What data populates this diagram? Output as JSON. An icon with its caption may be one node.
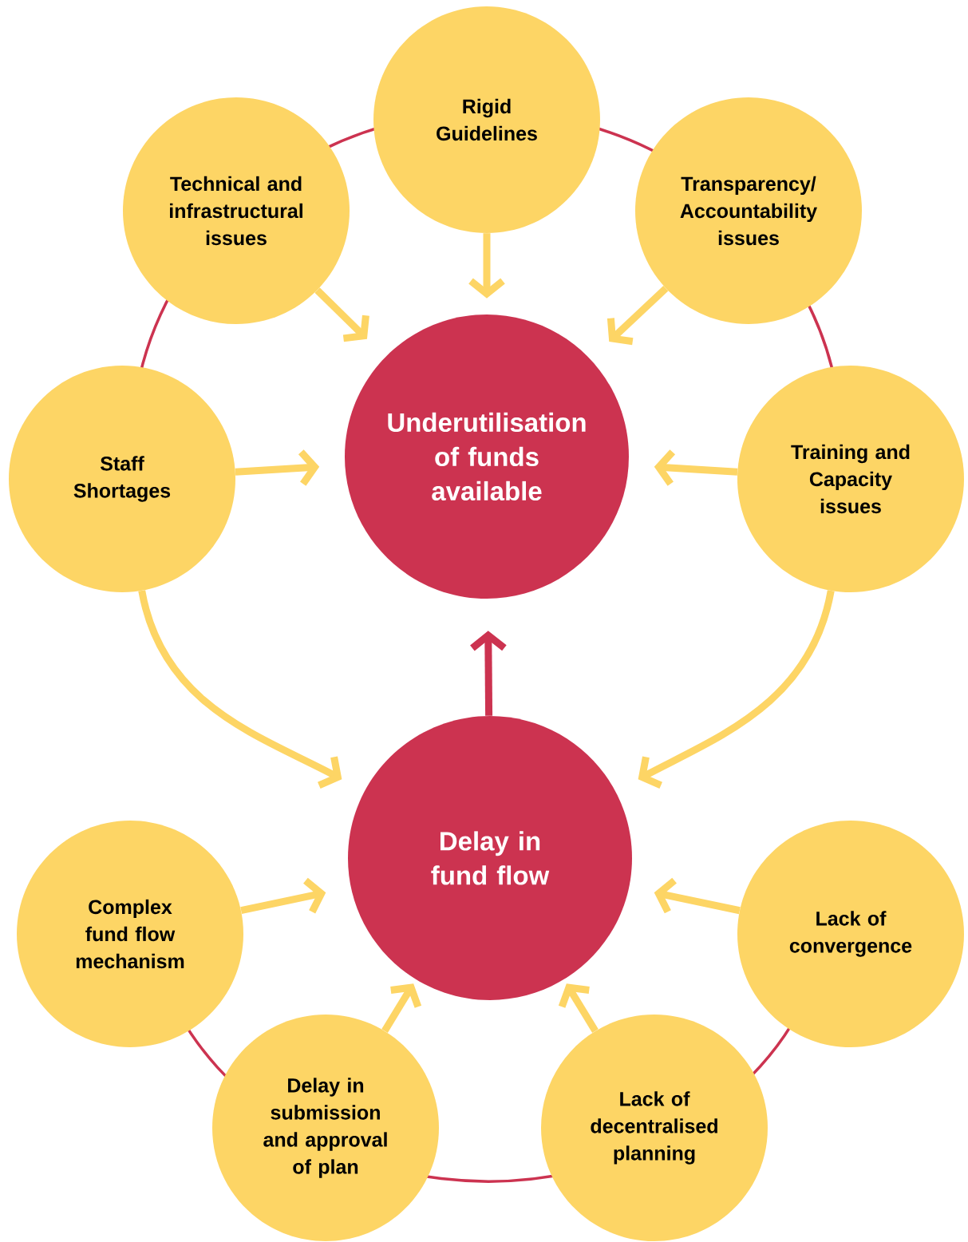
{
  "diagram": {
    "nodes": [
      {
        "text": [
          "Rigid Guidelines"
        ]
      },
      {
        "text": [
          "Technical and infrastructural issues"
        ]
      },
      {
        "text": [
          "Transparency/ Accountability issues"
        ]
      },
      {
        "text": [
          "Staff Shortages"
        ]
      },
      {
        "text": [
          "Underutilisation of funds available"
        ]
      },
      {
        "text": [
          "Training and Capacity issues"
        ]
      },
      {
        "text": [
          "Delay in fund flow"
        ]
      },
      {
        "text": [
          "Complex fund flow mechanism"
        ]
      },
      {
        "text": [
          "Lack of convergence"
        ]
      },
      {
        "text": [
          "Delay in submission and approval of plan"
        ]
      },
      {
        "text": [
          "Lack of decentralised planning"
        ]
      }
    ],
    "edges": [
      {
        "from": 0,
        "to": 4,
        "arrow": "to"
      },
      {
        "from": 1,
        "to": 4,
        "arrow": "to"
      },
      {
        "from": 2,
        "to": 4,
        "arrow": "to"
      },
      {
        "from": 3,
        "to": 4,
        "arrow": "to"
      },
      {
        "from": 5,
        "to": 4,
        "arrow": "to"
      },
      {
        "from": 6,
        "to": 4,
        "arrow": "to",
        "color": "#cc3350"
      },
      {
        "from": 3,
        "to": 6,
        "arrow": "to"
      },
      {
        "from": 5,
        "to": 6,
        "arrow": "to"
      },
      {
        "from": 7,
        "to": 6,
        "arrow": "to"
      },
      {
        "from": 8,
        "to": 6,
        "arrow": "to"
      },
      {
        "from": 9,
        "to": 6,
        "arrow": "to"
      },
      {
        "from": 10,
        "to": 6,
        "arrow": "to"
      }
    ]
  }
}
